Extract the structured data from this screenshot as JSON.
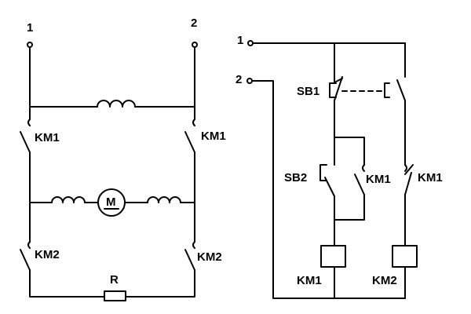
{
  "left_circuit": {
    "terminal_1": "1",
    "terminal_2": "2",
    "contact_km1_left": "KM1",
    "contact_km1_right": "KM1",
    "contact_km2_left": "KM2",
    "contact_km2_right": "KM2",
    "motor_label": "M",
    "resistor_label": "R"
  },
  "right_circuit": {
    "terminal_1": "1",
    "terminal_2": "2",
    "sb1_label": "SB1",
    "sb2_label": "SB2",
    "km1_aux_label": "KM1",
    "km1_nc_label": "KM1",
    "coil_km1_label": "KM1",
    "coil_km2_label": "KM2"
  }
}
